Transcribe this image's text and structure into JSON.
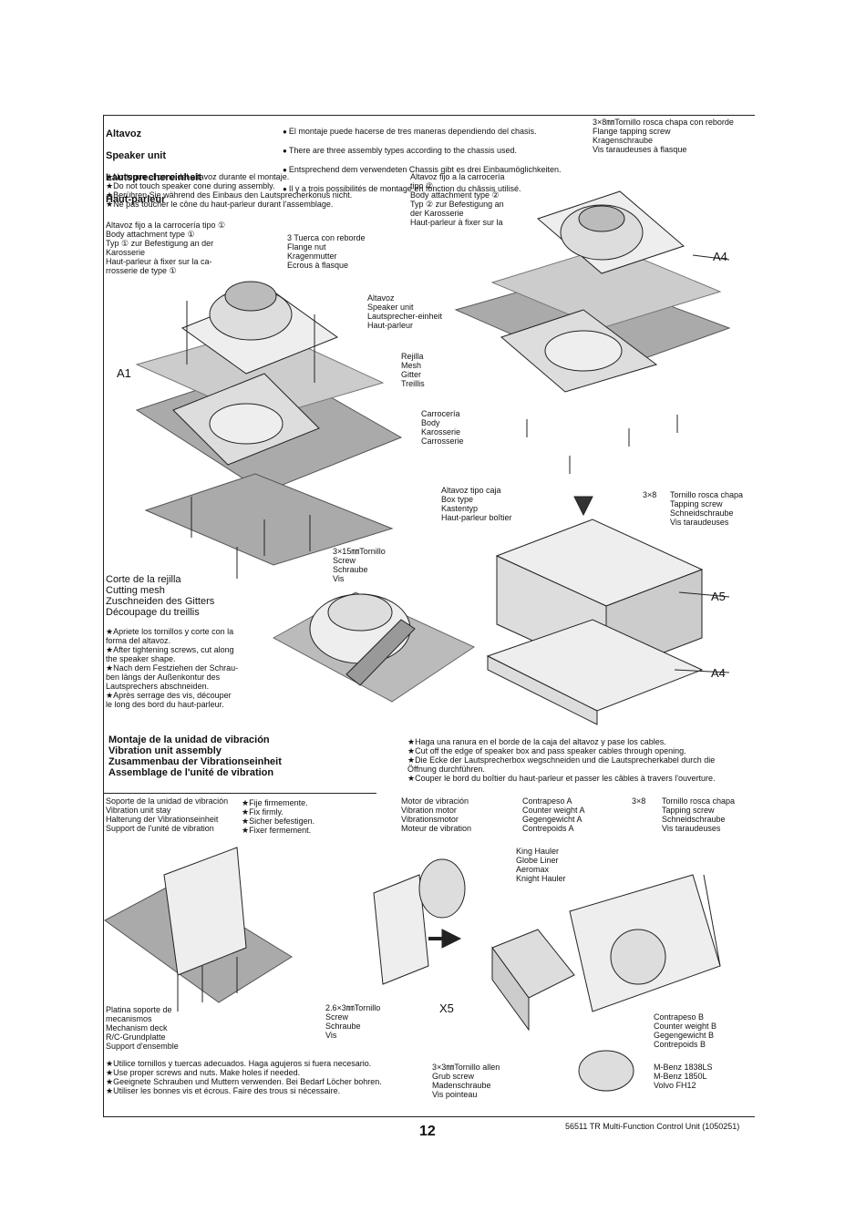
{
  "header": {
    "title_lines": [
      "Altavoz",
      "Speaker unit",
      "Lautsprechereinheit",
      "Haut-parleur"
    ],
    "notes": [
      "El montaje puede hacerse de tres maneras dependiendo del chasis.",
      "There are three assembly types according to the chassis used.",
      "Entsprechend dem verwendeten Chassis gibt es drei Einbaumöglichkeiten.",
      "Il y a trois possibilités de montage en fonction du châssis utilisé."
    ],
    "screw_flange": "3×8㎜Tornillo rosca chapa con reborde\nFlange tapping screw\nKragenschraube\nVis taraudeuses à flasque"
  },
  "speaker_section": {
    "warning": "★No toque el cono del altavoz durante el montaje.\n★Do not touch speaker cone during assembly.\n★Berühren Sie während des Einbaus den Lautsprecherkonus nicht.\n★Ne pas toucher le cône du haut-parleur durant l'assemblage.",
    "type1": "Altavoz fijo a la carrocería tipo ①\nBody attachment type ①\nTyp ① zur Befestigung an der\nKarosserie\nHaut-parleur à fixer sur la ca-\nrrosserie de type ①",
    "type2": "Altavoz fijo a la carrocería\ntipo ②\nBody attachment type ②\nTyp ② zur Befestigung an\nder Karosserie\nHaut-parleur à fixer sur la",
    "flange_nut": "3   Tuerca con reborde\n     Flange nut\n     Kragenmutter\n     Ecrous à flasque",
    "speaker_unit": "Altavoz\nSpeaker unit\nLautsprecher-einheit\nHaut-parleur",
    "mesh": "Rejilla\nMesh\nGitter\nTreillis",
    "body": "Carrocería\nBody\nKarosserie\nCarrosserie",
    "box_type": "Altavoz tipo caja\nBox type\nKastentyp\nHaut-parleur boîtier",
    "tapping_screw": "Tornillo rosca chapa\nTapping screw\nSchneidschraube\nVis taraudeuses",
    "tapping_qty": "3×8",
    "screw_15": "3×15㎜Tornillo\n          Screw\n          Schraube\n          Vis",
    "labels": {
      "a1": "A1",
      "a4_top": "A4",
      "a5": "A5",
      "a4_bottom": "A4"
    }
  },
  "cutting": {
    "title": "Corte de la rejilla\nCutting mesh\nZuschneiden des Gitters\nDécoupage du treillis",
    "text": "★Apriete los tornillos y corte con la\nforma del altavoz.\n★After tightening screws, cut along\nthe speaker shape.\n★Nach dem Festziehen der Schrau-\nben längs der Außenkontur des\nLautsprechers abschneiden.\n★Après serrage des vis, découper\nle long des bord du haut-parleur."
  },
  "vibration": {
    "title": "Montaje de la unidad de vibración\nVibration unit assembly\nZusammenbau der Vibrationseinheit\nAssemblage de l'unité de vibration",
    "cables_note": "★Haga una ranura en el borde de la caja del altavoz y pase los cables.\n★Cut off the edge of speaker box and pass speaker cables through opening.\n★Die Ecke der Lautsprecherbox wegschneiden und die Lautsprecherkabel durch die\nÖffnung durchführen.\n★Couper le bord du boîtier du haut-parleur et passer les câbles à travers l'ouverture.",
    "stay": "Soporte de la unidad de vibración\nVibration unit stay\nHalterung der Vibrationseinheit\nSupport de l'unité de vibration",
    "fix": "★Fije firmemente.\n★Fix firmly.\n★Sicher befestigen.\n★Fixer fermement.",
    "motor": "Motor de vibración\nVibration motor\nVibrationsmotor\nMoteur de vibration",
    "counter_a": "Contrapeso A\nCounter weight A\nGegengewicht A\nContrepoids A",
    "tapping_qty": "3×8",
    "tapping": "Tornillo rosca chapa\nTapping screw\nSchneidschraube\nVis taraudeuses",
    "trucks_a": "King Hauler\nGlobe Liner\nAeromax\nKnight Hauler",
    "x5": "X5",
    "screw_26": "2.6×3㎜Tornillo\n          Screw\n          Schraube\n          Vis",
    "deck": "Platina soporte de\nmecanismos\nMechanism deck\nR/C-Grundplatte\nSupport d'ensemble",
    "counter_b": "Contrapeso B\nCounter weight B\nGegengewicht B\nContrepoids B",
    "trucks_b": "M-Benz 1838LS\nM-Benz 1850L\nVolvo FH12",
    "grub": "3×3㎜Tornillo allen\nGrub screw\nMadenschraube\nVis pointeau",
    "screws_note": "★Utilice tornillos y tuercas adecuados. Haga agujeros si fuera necesario.\n★Use proper screws and nuts. Make holes if needed.\n★Geeignete Schrauben und Muttern verwenden. Bei Bedarf Löcher bohren.\n★Utiliser les bonnes vis et écrous. Faire des trous si nécessaire."
  },
  "footer": {
    "page_number": "12",
    "doc_id": "56511 TR Multi-Function Control Unit (1050251)"
  }
}
